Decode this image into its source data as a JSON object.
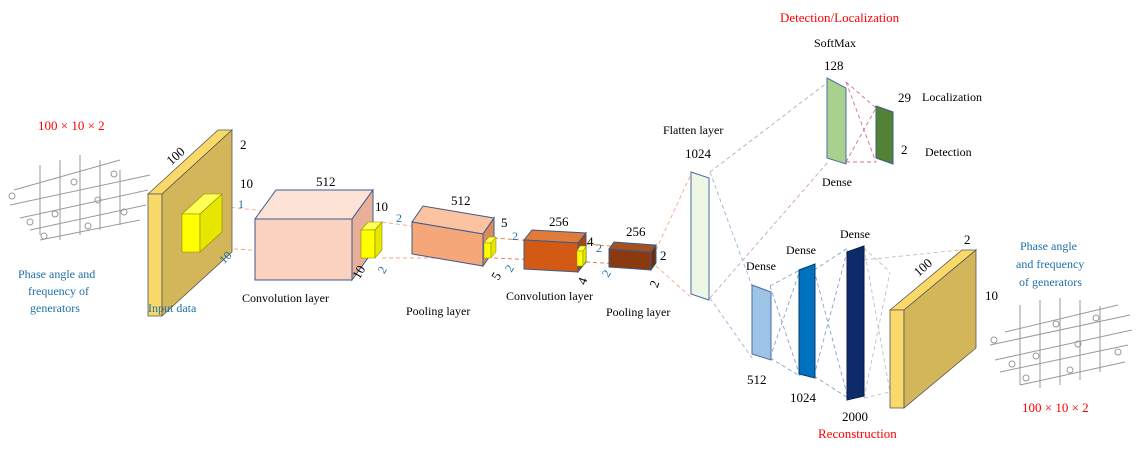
{
  "input": {
    "dims": "100 × 10 × 2",
    "desc": [
      "Phase angle and",
      "frequency of",
      "generators"
    ],
    "block_label": "Input data",
    "d_100": "100",
    "d_2": "2",
    "d_10": "10",
    "k_1": "1",
    "k_10": "10"
  },
  "conv1": {
    "label": "Convolution layer",
    "d_512": "512",
    "d_10a": "10",
    "d_10b": "10",
    "k_2a": "2",
    "k_2b": "2"
  },
  "pool1": {
    "label": "Pooling layer",
    "d_512": "512",
    "d_5a": "5",
    "d_5b": "5",
    "k_2a": "2",
    "k_2b": "2"
  },
  "conv2": {
    "label": "Convolution layer",
    "d_256": "256",
    "d_4a": "4",
    "d_4b": "4",
    "k_2a": "2",
    "k_2b": "2"
  },
  "pool2": {
    "label": "Pooling layer",
    "d_256": "256",
    "d_2a": "2",
    "d_2b": "2"
  },
  "flatten": {
    "label": "Flatten layer",
    "size": "1024"
  },
  "detection": {
    "title": "Detection/Localization",
    "softmax": "SoftMax",
    "dense_size": "128",
    "dense_label": "Dense",
    "loc_size": "29",
    "loc_label": "Localization",
    "det_size": "2",
    "det_label": "Detection"
  },
  "reconstruction": {
    "title": "Reconstruction",
    "dense1_label": "Dense",
    "dense1_size": "512",
    "dense2_label": "Dense",
    "dense2_size": "1024",
    "dense3_label": "Dense",
    "dense3_size": "2000",
    "d_100": "100",
    "d_2": "2",
    "d_10": "10"
  },
  "output": {
    "desc": [
      "Phase angle",
      "and frequency",
      "of generators"
    ],
    "dims": "100 × 10 × 2"
  },
  "colors": {
    "input_face": "#d3b55a",
    "input_side": "#f8d96a",
    "kernel": "#ffff00",
    "conv1": "#fbd2c0",
    "pool1": "#f6a77a",
    "conv2": "#d25a15",
    "pool2": "#8b3a10",
    "flatten": "#eef6e4",
    "dense_green": "#a9d18e",
    "dense_dark_green": "#548235",
    "dense_light_blue": "#9dc3e6",
    "dense_blue": "#0070c0",
    "dense_navy": "#0d2a6a",
    "red_text": "#ff0000",
    "blue_text": "#1f6fa8"
  }
}
